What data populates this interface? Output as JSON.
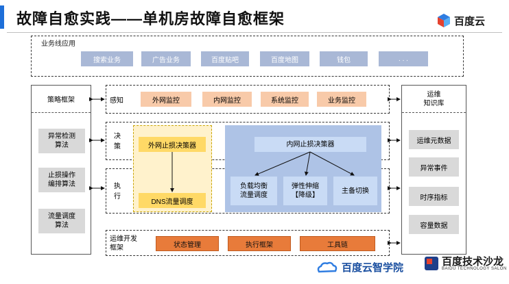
{
  "title": "故障自愈实践——单机房故障自愈框架",
  "brand_top": "百度云",
  "business": {
    "label": "业务线应用",
    "items": [
      "搜索业务",
      "广告业务",
      "百度贴吧",
      "百度地图",
      "钱包",
      ". . ."
    ]
  },
  "left_panel": {
    "title": "策略框架",
    "items": [
      "异常检测\n算法",
      "止损操作\n编排算法",
      "流量调度\n算法"
    ]
  },
  "right_panel": {
    "title": "运维\n知识库",
    "items": [
      "运维元数据",
      "异常事件",
      "时序指标",
      "容量数据"
    ]
  },
  "sense": {
    "label": "感知",
    "items": [
      "外网监控",
      "内网监控",
      "系统监控",
      "业务监控"
    ]
  },
  "decide_label": "决\n策",
  "exec_label": "执\n行",
  "external_decider": {
    "title": "外网止损决策器",
    "action": "DNS流量调度"
  },
  "internal_decider": {
    "title": "内网止损决策器",
    "actions": [
      "负载均衡\n流量调度",
      "弹性伸缩\n【降级】",
      "主备切换"
    ]
  },
  "devops": {
    "label": "运维开发\n框架",
    "items": [
      "状态管理",
      "执行框架",
      "工具链"
    ]
  },
  "footer": {
    "logo1": "百度云智学院",
    "logo2": "百度技术沙龙",
    "logo2_sub": "BAIDU TECHNOLOGY SALON"
  }
}
